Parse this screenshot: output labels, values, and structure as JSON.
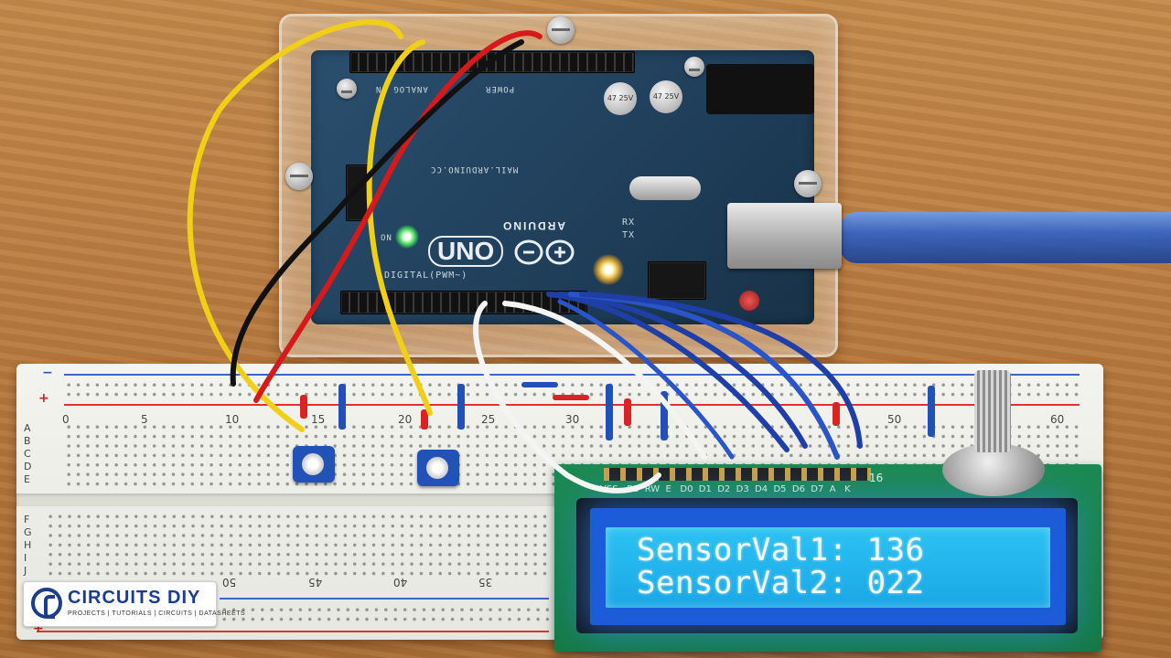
{
  "lcd": {
    "line1": "SensorVal1: 136",
    "line2": "SensorVal2: 022",
    "pin_labels": "VSS   RS  RW  E   D0  D1  D2  D3  D4  D5  D6  D7  A   K",
    "pin_count_label": "16",
    "backlight_color": "#1aa7e6"
  },
  "arduino": {
    "board_name": "UNO",
    "brand": "ARDUINO",
    "silkscreen_digital": "DIGITAL(PWM~)",
    "silkscreen_power": "POWER",
    "silkscreen_analog": "ANALOG IN",
    "silkscreen_url": "MAIL.ARDUINO.CC",
    "rx_label": "RX",
    "tx_label": "TX",
    "on_label": "ON",
    "cap_label_1": "47 25V",
    "cap_label_2": "47 25V",
    "led_on_color": "#3cff50",
    "led_l_color": "#ffaa14"
  },
  "breadboard": {
    "column_numbers_top": [
      "0",
      "5",
      "10",
      "15",
      "20",
      "25",
      "30",
      "50",
      "60"
    ],
    "column_numbers_bottom": [
      "50",
      "45",
      "40",
      "35"
    ],
    "row_letters_top": [
      "A",
      "B",
      "C",
      "D",
      "E"
    ],
    "row_letters_bottom": [
      "F",
      "G",
      "H",
      "I",
      "J"
    ],
    "plus_label": "+",
    "minus_label": "−"
  },
  "watermark": {
    "title": "CIRCUITS DIY",
    "subtitle": "PROJECTS | TUTORIALS | CIRCUITS | DATASHEETS"
  },
  "icons": [
    "arduino-infinity-logo",
    "circuits-diy-logo-icon"
  ]
}
